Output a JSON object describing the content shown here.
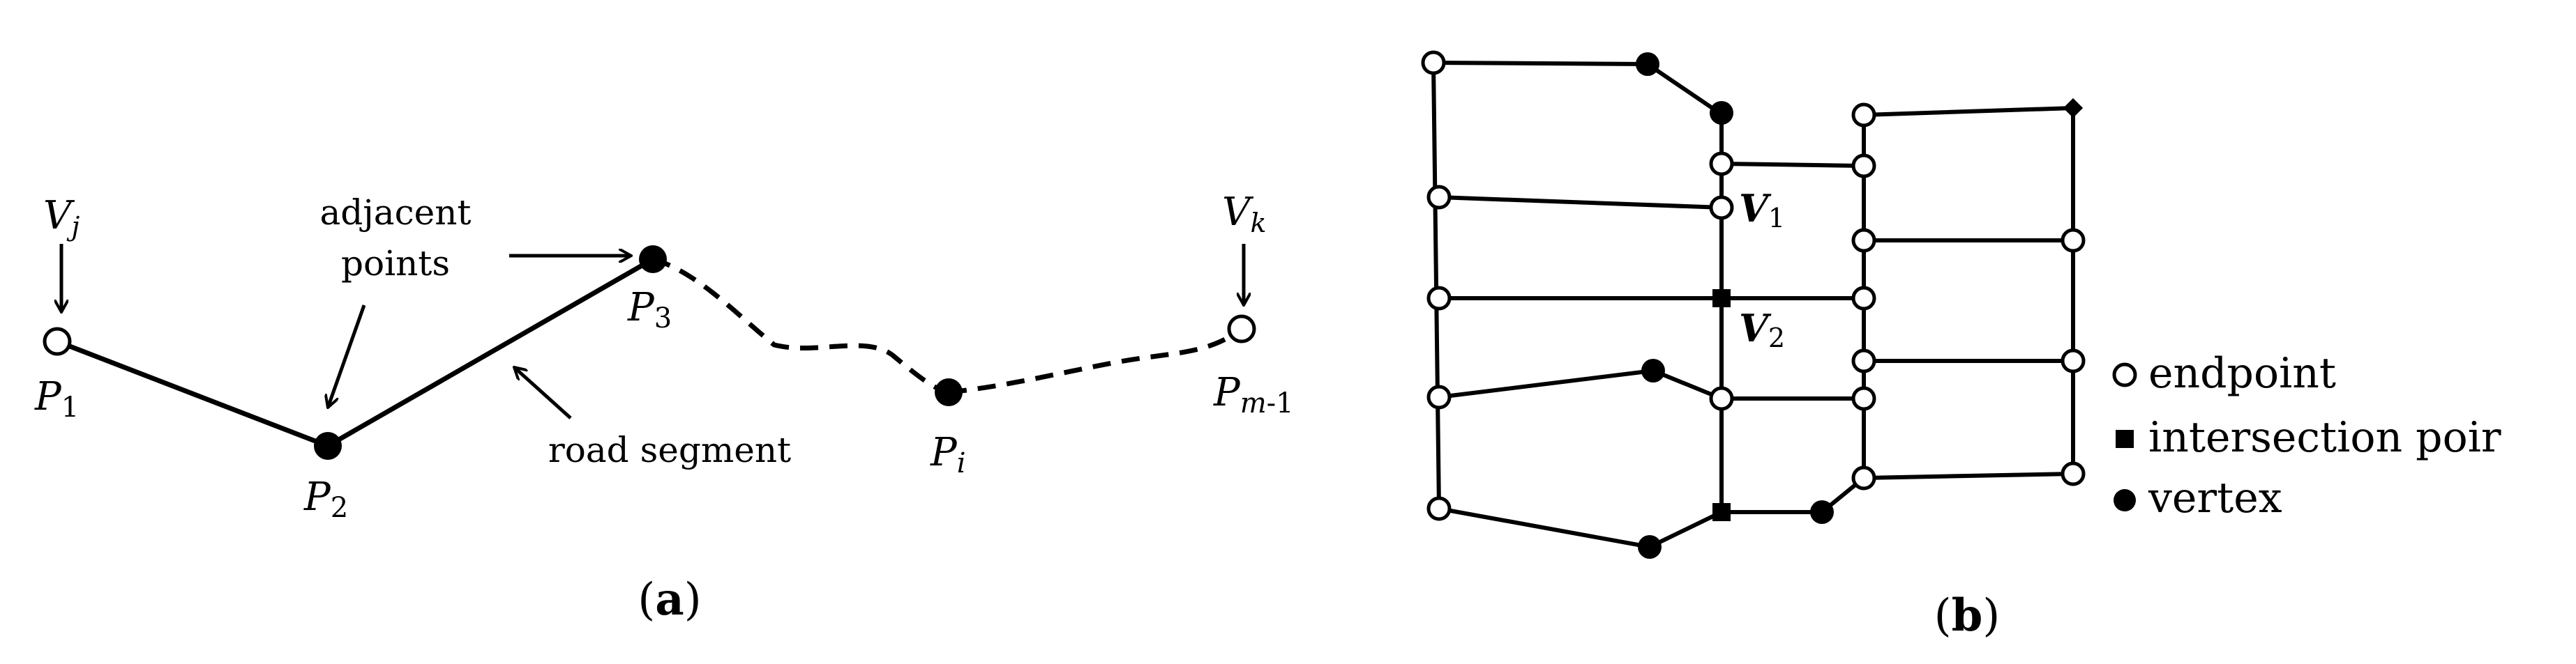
{
  "panel_a": {
    "caption": "a",
    "label_vj": "V",
    "label_vj_sub": "j",
    "label_vk": "V",
    "label_vk_sub": "k",
    "label_adjacent_1": "adjacent",
    "label_adjacent_2": "points",
    "label_road_segment": "road segment",
    "label_p1": "P",
    "label_p1_sub": "1",
    "label_p2": "P",
    "label_p2_sub": "2",
    "label_p3": "P",
    "label_p3_sub": "3",
    "label_pi": "P",
    "label_pi_sub": "i",
    "label_pm1": "P",
    "label_pm1_sub": "m",
    "label_pm1_sub2": "-1"
  },
  "panel_b": {
    "caption": "b",
    "label_v1": "V",
    "label_v1_sub": "1",
    "label_v2": "V",
    "label_v2_sub": "2"
  },
  "legend": {
    "endpoint": "endpoint",
    "intersection": "intersection poir",
    "vertex": "vertex"
  },
  "colors": {
    "ink": "#000000",
    "background": "#ffffff"
  }
}
